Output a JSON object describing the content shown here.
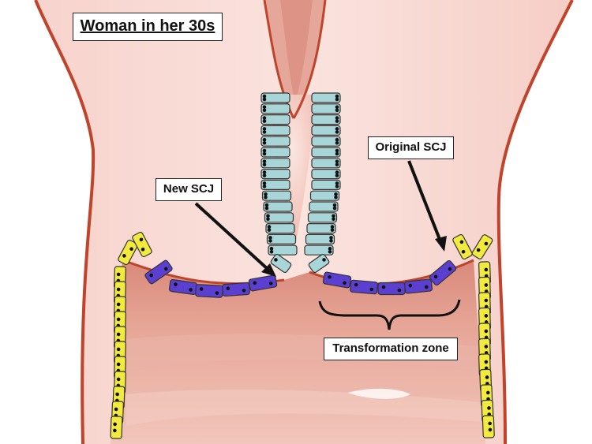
{
  "title": "Woman in her 30s",
  "labels": {
    "new_scj": "New SCJ",
    "original_scj": "Original SCJ",
    "transformation_zone": "Transformation zone"
  },
  "colors": {
    "background": "#ffffff",
    "tissue_light": "#f8d8d2",
    "tissue_mid": "#eeb9ae",
    "tissue_deep": "#d98f7f",
    "outline": "#c0432b",
    "columnar_cell": "#a8d6d8",
    "metaplastic_cell": "#5b3fd0",
    "squamous_cell": "#f2ea3c",
    "nucleus": "#111111"
  }
}
